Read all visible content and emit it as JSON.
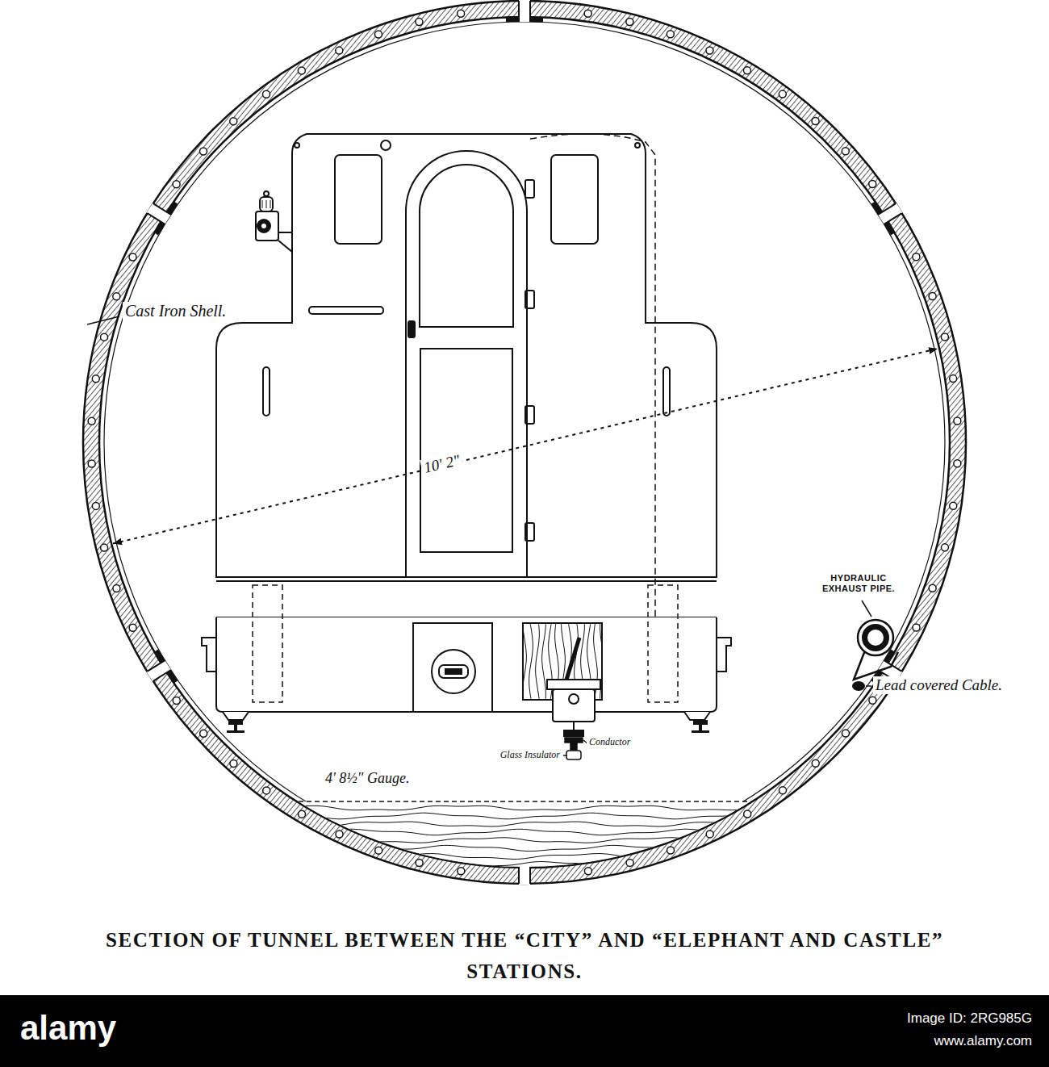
{
  "diagram": {
    "caption": "SECTION OF TUNNEL BETWEEN THE “CITY” AND “ELEPHANT AND CASTLE” STATIONS.",
    "labels": [
      "Cast Iron Shell.",
      "10' 2\"",
      "HYDRAULIC EXHAUST PIPE.",
      "Lead covered Cable.",
      "Glass Insulator",
      "Conductor",
      "4' 8½\" Gauge.",
      "alamy",
      "Image ID: 2RG985G",
      "www.alamy.com"
    ]
  }
}
